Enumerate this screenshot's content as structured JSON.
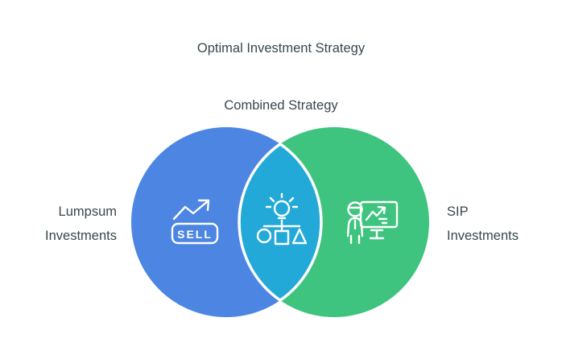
{
  "title": "Optimal Investment Strategy",
  "venn": {
    "type": "venn-diagram",
    "overlap_label": "Combined Strategy",
    "left_set": {
      "label": "Lumpsum\nInvestments",
      "color": "#4C86E2",
      "icon": "sell-trend-icon",
      "icon_text": "SELL"
    },
    "right_set": {
      "label": "SIP\nInvestments",
      "color": "#3EC47F",
      "icon": "presenter-chart-icon"
    },
    "overlap_set": {
      "color": "#22A9D8",
      "icon": "idea-hierarchy-icon"
    },
    "outline_color": "#FFFFFF",
    "text_color": "#37474F",
    "background_color": "#FFFFFF"
  }
}
